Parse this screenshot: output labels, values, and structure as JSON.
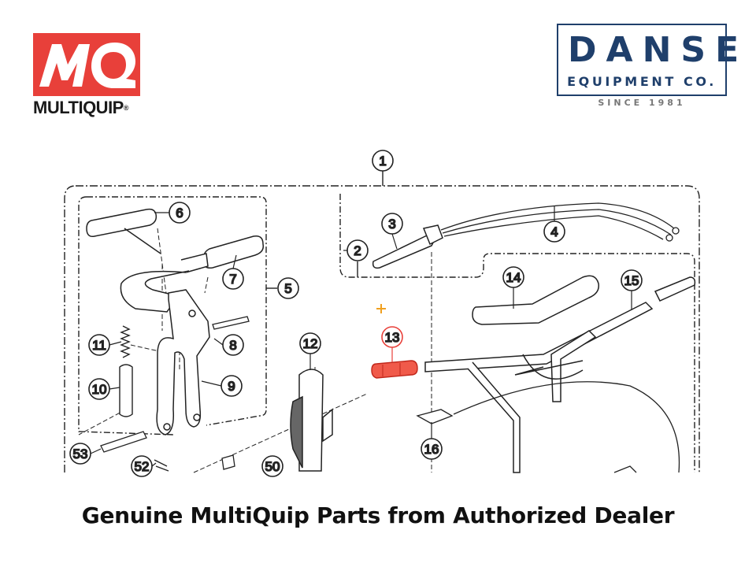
{
  "brand_left": {
    "wordmark": "MULTIQUIP",
    "registered": "®",
    "monogram_text": "MQ",
    "color": "#e8403a"
  },
  "brand_right": {
    "name": "DANSE",
    "subtitle": "EQUIPMENT CO.",
    "since": "SINCE 1981",
    "color": "#1f3f6b"
  },
  "diagram": {
    "callouts": [
      "1",
      "2",
      "3",
      "4",
      "5",
      "6",
      "7",
      "8",
      "9",
      "10",
      "11",
      "12",
      "13",
      "14",
      "15",
      "16",
      "50",
      "52",
      "53"
    ],
    "highlighted_callout": "13",
    "highlight_color": "#e8403a",
    "marker_color": "#f0a020"
  },
  "caption": "Genuine MultiQuip Parts from Authorized Dealer"
}
